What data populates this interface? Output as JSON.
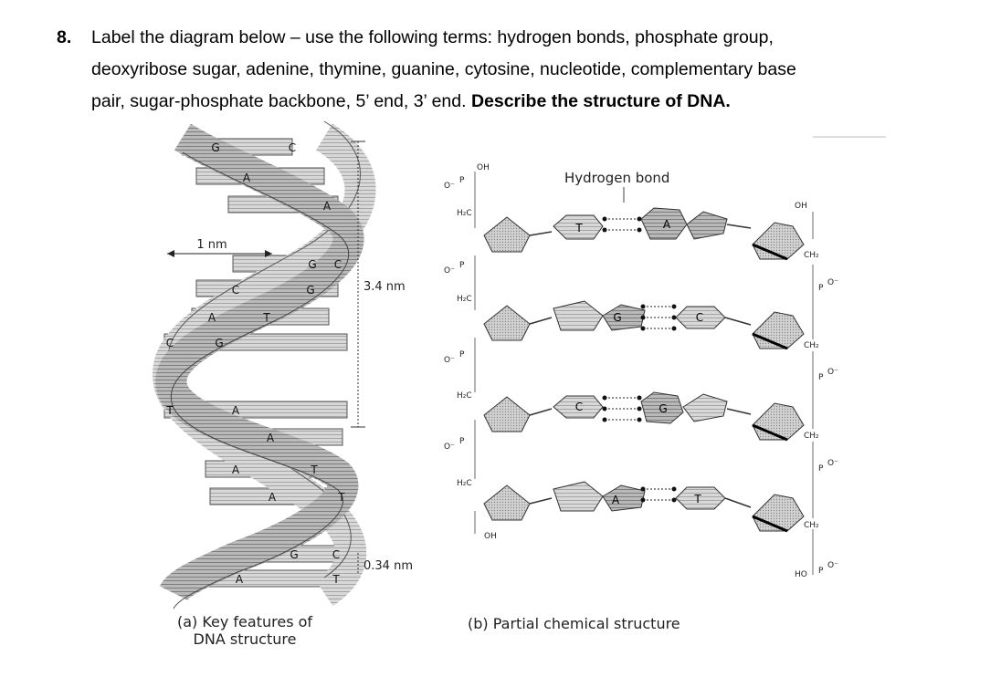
{
  "question": {
    "number": "8.",
    "line1": "Label the diagram below – use the following terms: hydrogen bonds, phosphate group,",
    "line2": "deoxyribose sugar, adenine, thymine, guanine, cytosine, nucleotide, complementary base",
    "line3_plain": "pair, sugar-phosphate backbone, 5’ end, 3’ end.  ",
    "line3_bold": "Describe the structure of DNA."
  },
  "panel_a": {
    "caption_line1": "(a) Key features of",
    "caption_line2": "DNA structure",
    "width_label": "1 nm",
    "pitch_label": "3.4 nm",
    "rise_label": "0.34 nm",
    "base_labels": [
      "G",
      "C",
      "A",
      "A",
      "G",
      "C",
      "C",
      "G",
      "A",
      "T",
      "C",
      "G",
      "T",
      "A",
      "A",
      "A",
      "T",
      "A",
      "T",
      "G",
      "C",
      "A",
      "T"
    ]
  },
  "panel_b": {
    "caption": "(b) Partial chemical structure",
    "hbond_label": "Hydrogen bond",
    "pairs": [
      {
        "left": "T",
        "right": "A"
      },
      {
        "left": "G",
        "right": "C"
      },
      {
        "left": "C",
        "right": "G"
      },
      {
        "left": "A",
        "right": "T"
      }
    ],
    "left_top_OH": "OH",
    "left_bottom_OH": "OH",
    "right_top_OH": "OH",
    "right_bottom_HO": "HO",
    "h2c": "H₂C",
    "ch2": "CH₂",
    "O": "O",
    "P": "P",
    "O_minus": "O⁻"
  }
}
